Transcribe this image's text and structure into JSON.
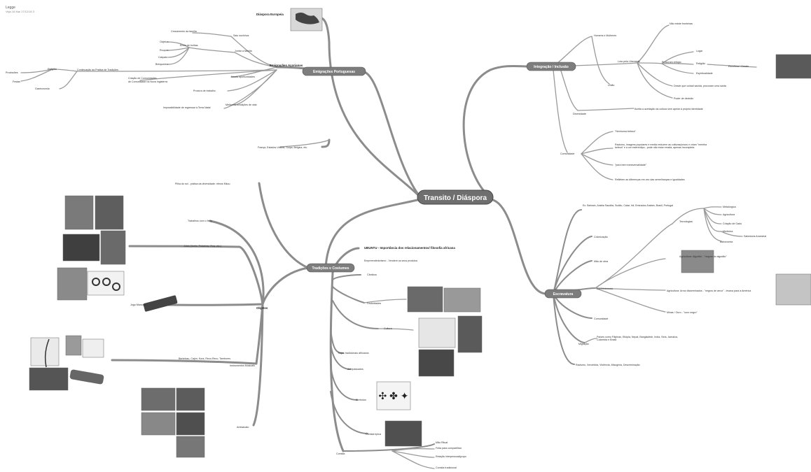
{
  "header": {
    "title": "Legge",
    "subtitle": "Veja 16 Mai 17/12/18 3"
  },
  "center": "Transito / Diáspora",
  "branches": {
    "portugueses": "Emigrações Portuguesas",
    "integracao": "Integração / Inclusão",
    "tradicoes": "Tradições e Costumes",
    "escravatura": "Escravatura"
  },
  "port": {
    "diaspora_europeia": "Diáspora Europeia",
    "acorianas": "Emigrações Açorianas",
    "franca": "França, Estados Unidos, Suíça, Bélgica, etc.",
    "saiu_sozinhos": "Saiu sozinhos",
    "crescimento": "Crescimento da família",
    "juntar": "Juntar a família",
    "envio": "Envio de bolhas",
    "objetos": "Objetos",
    "roupas": "Roupas",
    "calcado": "Calçado",
    "brinquedos": "Brinquedos",
    "novas_oport": "Novas oportunidades",
    "procura_trab": "Procura de trabalho",
    "melhores": "Melhores condições de vida",
    "impossibilidade": "Impossibilidade de regressar à Terra Natal",
    "criacao": "Criação de Comunidades",
    "criacao2": "de Comunidade na Nova Inglaterra",
    "continuacao": "Continuação da Prática de Tradições",
    "religiao": "Religião",
    "procissoes": "Procissões",
    "festas": "Festas",
    "gastronomia": "Gastronomia"
  },
  "integ": {
    "homens": "Homens e Mulheres",
    "nao_existe": "Não existe fronteiras",
    "luta": "Luta pela Liberdade",
    "procuram": "Procuram refúgio",
    "lugar": "Lugar",
    "religiao": "Religião",
    "espiritualidade": "Espiritualidade",
    "escultura": "Escultura / Ornato",
    "uniao": "União",
    "desde": "Desde que ocidail sacida, procuram uma saída",
    "poder": "Poder de decisão",
    "diversidade": "Diversidade",
    "aceitacao": "Aceita a aceitação da cultura sem apelar à própria identidade",
    "comunidade": "Comunidade",
    "nenhuma": "\"Nenhuma beleza\"",
    "racismo": "Racismo, imagens populares e media reduzem as culturas/povos e criam \"mentira beleza\" e a um estereótipo - pode não estar errada, apenas incompleta",
    "para_bem": "\"para bem transversalidade\"",
    "refletem": "Refletem as diferenças em vez das semelhanças e igualdades"
  },
  "trad": {
    "pilha": "Pilha do sol - prática da diversidade: ritmos Mkuu",
    "trabalhos": "Trabalhos com o ferro",
    "joias": "Jóias (Anéis, Pulseiras, Fios, etc.)",
    "jogo": "Jogo Mancala",
    "objetos": "Objetos",
    "bermbau": "Berimbau, Cajón, Kora, Reco-Reco, Tambores",
    "instrumentos": "Instrumentos Musicais",
    "artesanato": "Artesanato",
    "ubuntu": "UBUNTU - Importância dos relacionamentos/ filosofia africana",
    "empreend": "Empreendedorismo - Vendem os seus produtos",
    "cantaros": "Cânticos",
    "festividades": "Festividades",
    "cultura": "Cultura",
    "trajes": "Trajes tradicionais africanos",
    "antepassados": "Antepassados",
    "simbolos": "Símbolos",
    "comida_tipo": "Comida típica",
    "comida": "Comida",
    "mao": "Mão Ritual",
    "feita": "Feita para compartilhar",
    "relacao": "Relação interpessoal/grupo",
    "comida2": "Comida tradicional"
  },
  "escr": {
    "paises": "Ex. Bahrain, Arábia Saudita, Sudão, Catar, Irã, Emirados Árabes, Brasil, Portugal",
    "colonizacao": "Colonização",
    "mao_obra": "Mão de obra",
    "tecnologias": "Tecnologias",
    "metalurgia": "Metalúrgica",
    "agricultura": "Agricultura",
    "gado": "Criação de Gado",
    "medicina": "Medicina",
    "sabedoria": "Sabedoria Ancestral",
    "astronomia": "Astronomia",
    "algodao": "Agricultura: Algodão - \"negros do algodão\"",
    "conhecimento": "Conhecimento",
    "arroz": "Agricultura: Arroz disseminados - \"negros de arroz\" - levava para a América",
    "minas": "Minas / Ouro - \"ouro negro\"",
    "comunidade": "Comunidade",
    "migracao": "Migração",
    "paises2": "Países como Filipinas, Etiópia, Nepal, Bangladesh, Índia, Síria, Jamaica, Colombia e Brasil",
    "racismo": "Racismo, Xenofobia, Violência, Misoginia, Descriminação"
  }
}
